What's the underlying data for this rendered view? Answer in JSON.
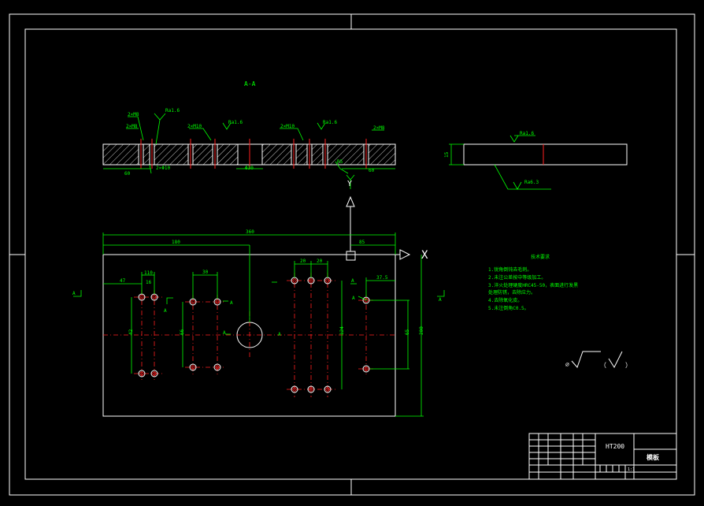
{
  "section": {
    "label": "A-A",
    "callouts": [
      "2×M8",
      "Ra1.6",
      "2×M8",
      "2×M10",
      "Ra1.6",
      "2×M10",
      "Ra1.6",
      "2×M8"
    ],
    "dims": [
      "60",
      "2×Φ10",
      "Φ30",
      "R5",
      "60"
    ]
  },
  "side_view": {
    "thickness": "15",
    "roughness_top": "Ra1.6",
    "roughness_bottom": "Ra6.3"
  },
  "plan": {
    "dims": {
      "overall_length": "360",
      "to_center_hole": "180",
      "right_offset": "85",
      "left_offset": "47",
      "pitch_small": "16",
      "left_group": "110",
      "mid_pitch": "30",
      "right_pitch_a": "20",
      "right_pitch_b": "20",
      "far_right": "37.5",
      "height_small": "42",
      "height_mid": "66",
      "height_right": "124",
      "height_far": "65",
      "overall_height": "200"
    },
    "section_marks": [
      "A",
      "A",
      "A",
      "A",
      "A",
      "A",
      "A",
      "A"
    ],
    "axis_x": "X",
    "axis_y": "Y"
  },
  "tech_notes": {
    "title": "技术要求",
    "items": [
      "1.锐角倒钝去毛刺。",
      "2.未注公差按中等级加工。",
      "3.淬火处理硬度HRC45-50，表面进行发黑",
      "处理防锈，去除应力。",
      "4.去除氧化皮。",
      "5.未注倒角C0.5。"
    ]
  },
  "roughness_symbol": {
    "left": "∅",
    "middle": "（",
    "right": "）"
  },
  "title_block": {
    "material": "HT200",
    "name": "模板",
    "scale_mark": "1:1"
  },
  "colors": {
    "background": "#000000",
    "outline": "#ffffff",
    "dimension": "#00ff00",
    "centerline": "#ff2020"
  }
}
